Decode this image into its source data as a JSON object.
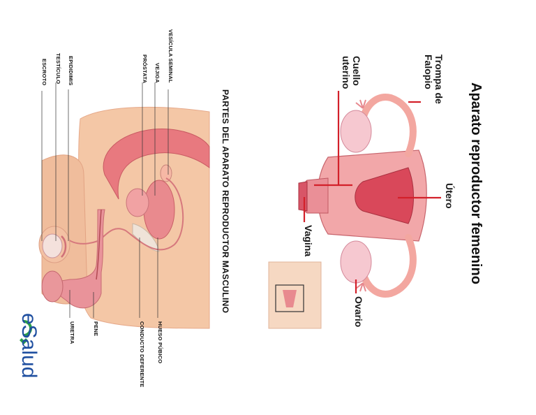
{
  "male_diagram": {
    "title": "PARTES DEL APARATO REPRODUCTOR MASCULINO",
    "labels": {
      "vesicula_seminal": "VESÍCULA SEMINAL",
      "vejiga": "VEJIGA",
      "prostata": "PRÓSTATA",
      "epididimis": "EPIDIDIMIS",
      "testiculo": "TESTÍCULO",
      "escroto": "ESCROTO",
      "hueso_pubico": "HUESO PÚBICO",
      "conducto_deferente": "CONDUCTO DEFERENTE",
      "pene": "PENE",
      "uretra": "URETRA"
    }
  },
  "female_diagram": {
    "title": "Aparato reproductor femenino",
    "labels": {
      "trompa_line1": "Trompa de",
      "trompa_line2": "Falopio",
      "cuello_line1": "Cuello",
      "cuello_line2": "uterino",
      "utero": "Útero",
      "vagina": "Vagina",
      "ovario": "Ovario"
    }
  },
  "brand": {
    "logo_text": "eSalud"
  },
  "colors": {
    "callout_red": "#d3202a",
    "brand_green": "#2a9d4a",
    "brand_blue": "#1f4fa0",
    "tissue_pink": "#e88a8f"
  }
}
